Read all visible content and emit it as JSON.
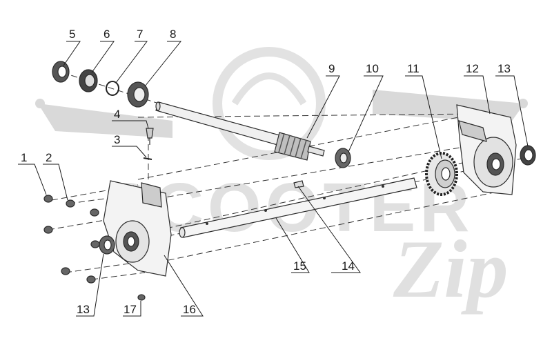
{
  "watermark": {
    "brand_text": "SCOOTER",
    "script_text": "Zip"
  },
  "callouts": [
    {
      "id": "1",
      "label": "1"
    },
    {
      "id": "2",
      "label": "2"
    },
    {
      "id": "3",
      "label": "3"
    },
    {
      "id": "4",
      "label": "4"
    },
    {
      "id": "5",
      "label": "5"
    },
    {
      "id": "6",
      "label": "6"
    },
    {
      "id": "7",
      "label": "7"
    },
    {
      "id": "8",
      "label": "8"
    },
    {
      "id": "9",
      "label": "9"
    },
    {
      "id": "10",
      "label": "10"
    },
    {
      "id": "11",
      "label": "11"
    },
    {
      "id": "12",
      "label": "12"
    },
    {
      "id": "13a",
      "label": "13"
    },
    {
      "id": "13b",
      "label": "13"
    },
    {
      "id": "14",
      "label": "14"
    },
    {
      "id": "15",
      "label": "15"
    },
    {
      "id": "16",
      "label": "16"
    },
    {
      "id": "17",
      "label": "17"
    }
  ],
  "colors": {
    "line": "#1a1a1a",
    "part_fill": "#f2f2f2",
    "watermark": "#d9d9d9"
  }
}
